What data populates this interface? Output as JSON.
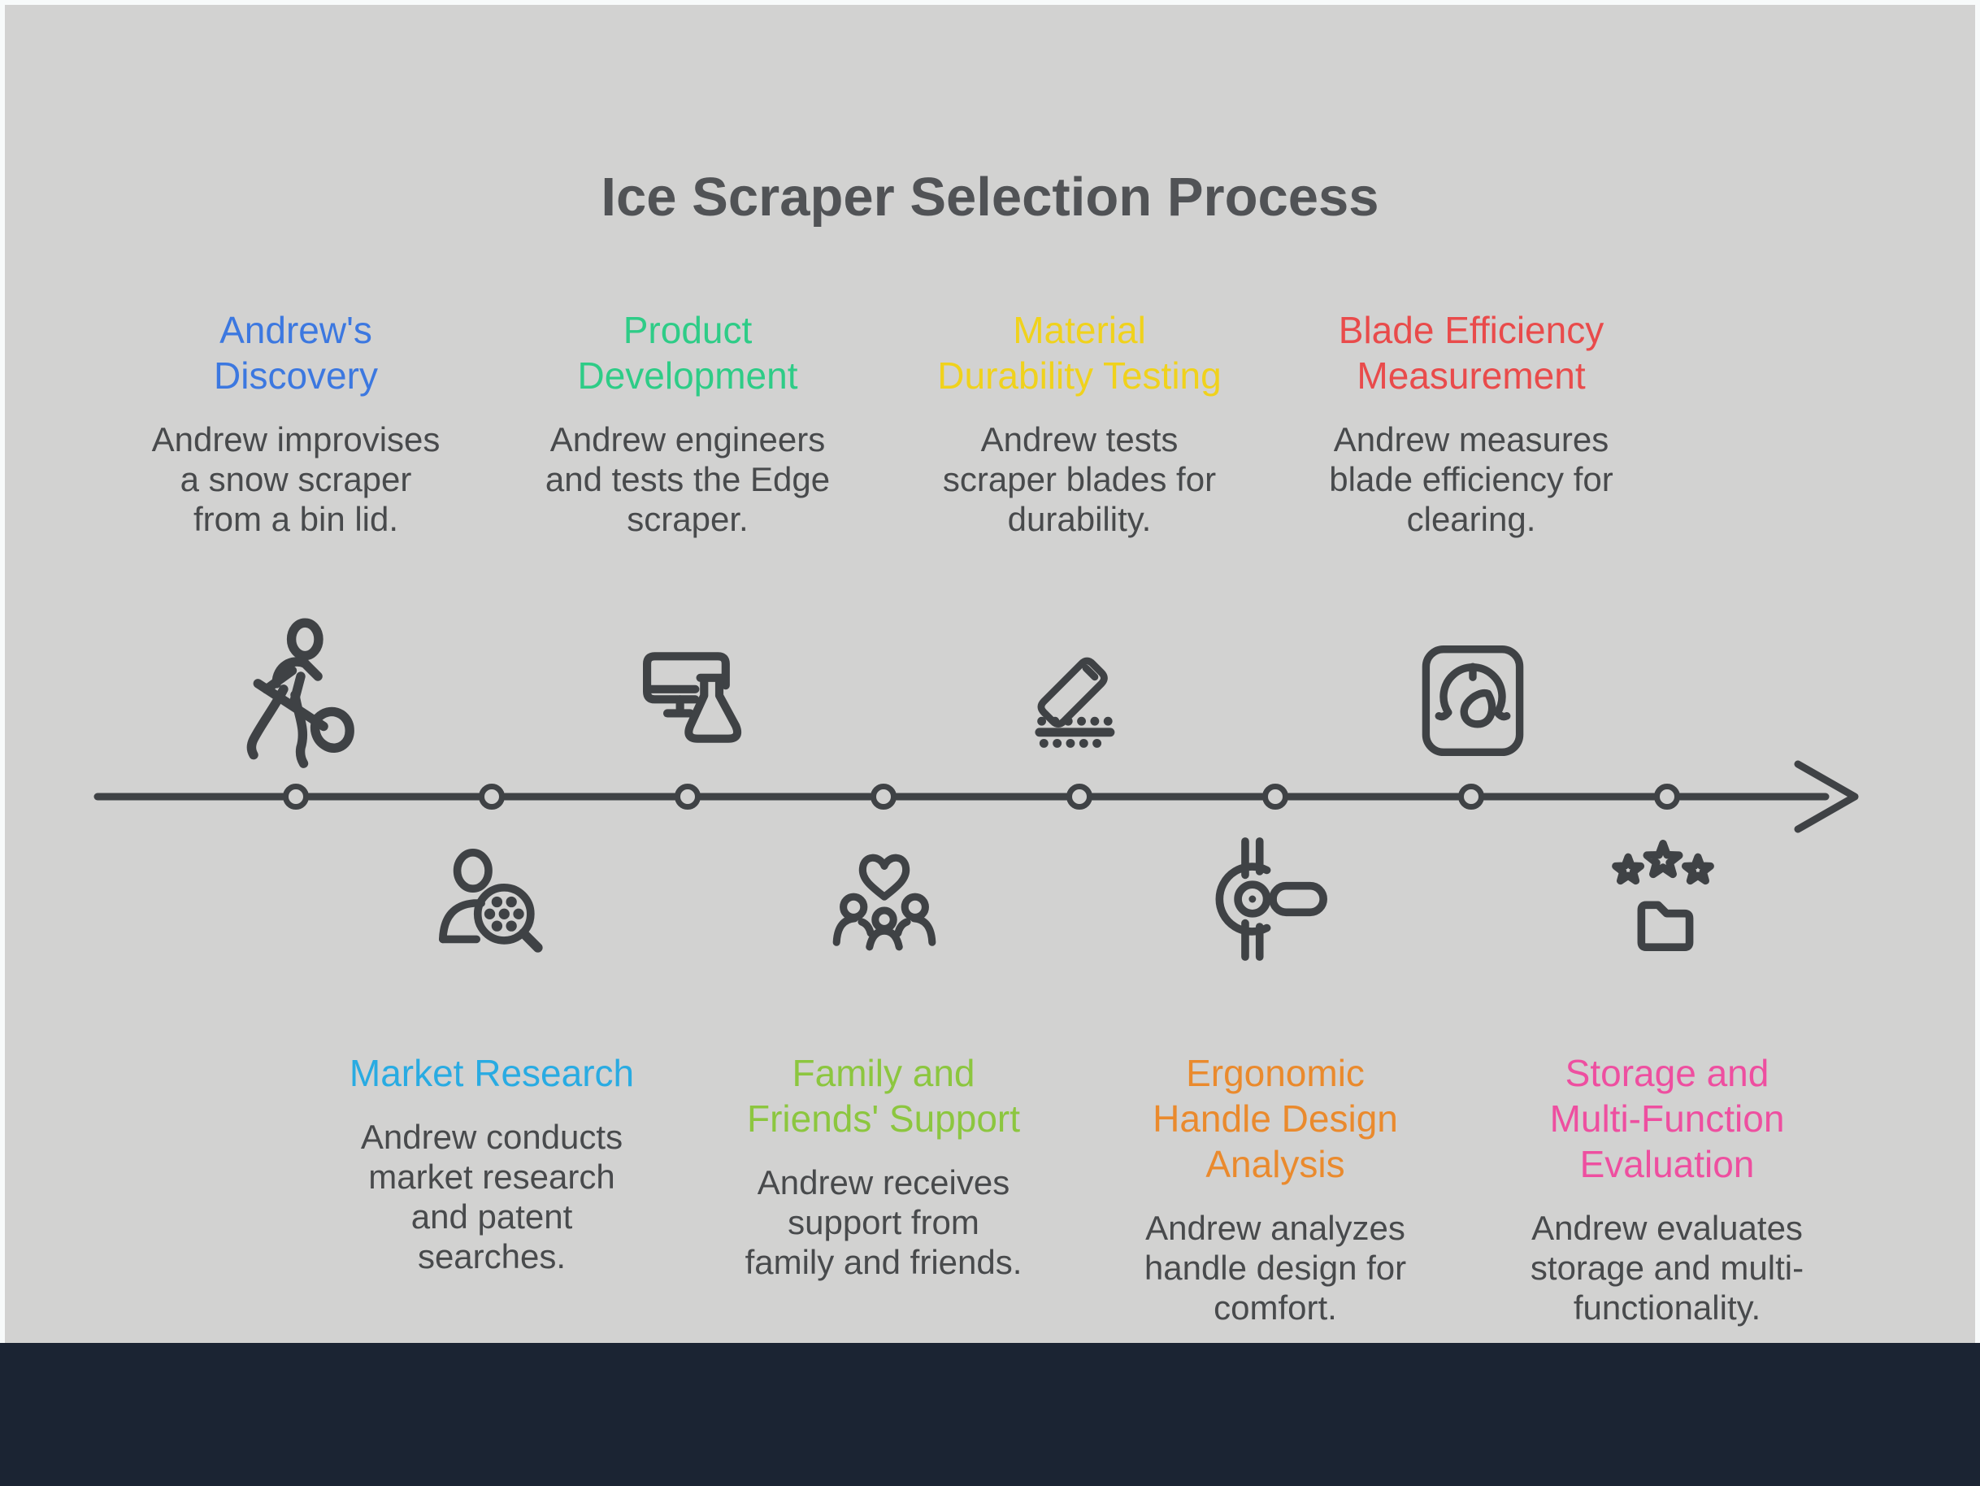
{
  "title": "Ice Scraper Selection Process",
  "palette": {
    "page_bg": "#f7fafa",
    "canvas_bg": "#d2d2d1",
    "footer_bg": "#1b2433",
    "line_and_icons": "#3f4245",
    "title_text": "#515356",
    "body_text": "#484a4c"
  },
  "timeline": {
    "node_count": 8,
    "direction": "left-to-right"
  },
  "steps": [
    {
      "order": 1,
      "row": "top",
      "icon": "person-shoveling-icon",
      "color": "#3c78e0",
      "title": "Andrew's\nDiscovery",
      "description": "Andrew improvises\na snow scraper\nfrom a bin lid."
    },
    {
      "order": 2,
      "row": "bottom",
      "icon": "person-magnifier-icon",
      "color": "#29abe2",
      "title": "Market Research",
      "description": "Andrew conducts\nmarket research\nand patent\nsearches."
    },
    {
      "order": 3,
      "row": "top",
      "icon": "monitor-flask-icon",
      "color": "#2ecc87",
      "title": "Product\nDevelopment",
      "description": "Andrew engineers\nand tests the Edge\nscraper."
    },
    {
      "order": 4,
      "row": "bottom",
      "icon": "family-heart-icon",
      "color": "#8cc63f",
      "title": "Family and\nFriends' Support",
      "description": "Andrew receives\nsupport from\nfamily and friends."
    },
    {
      "order": 5,
      "row": "top",
      "icon": "blade-ice-icon",
      "color": "#f0d21c",
      "title": "Material\nDurability Testing",
      "description": "Andrew tests\nscraper blades for\ndurability."
    },
    {
      "order": 6,
      "row": "bottom",
      "icon": "ergonomic-handle-icon",
      "color": "#ea8a2d",
      "title": "Ergonomic\nHandle Design\nAnalysis",
      "description": "Andrew analyzes\nhandle design for\ncomfort."
    },
    {
      "order": 7,
      "row": "top",
      "icon": "gauge-icon",
      "color": "#e94b4b",
      "title": "Blade Efficiency\nMeasurement",
      "description": "Andrew measures\nblade efficiency for\nclearing."
    },
    {
      "order": 8,
      "row": "bottom",
      "icon": "stars-folder-icon",
      "color": "#ee4fa0",
      "title": "Storage and\nMulti-Function\nEvaluation",
      "description": "Andrew evaluates\nstorage and multi-\nfunctionality."
    }
  ]
}
